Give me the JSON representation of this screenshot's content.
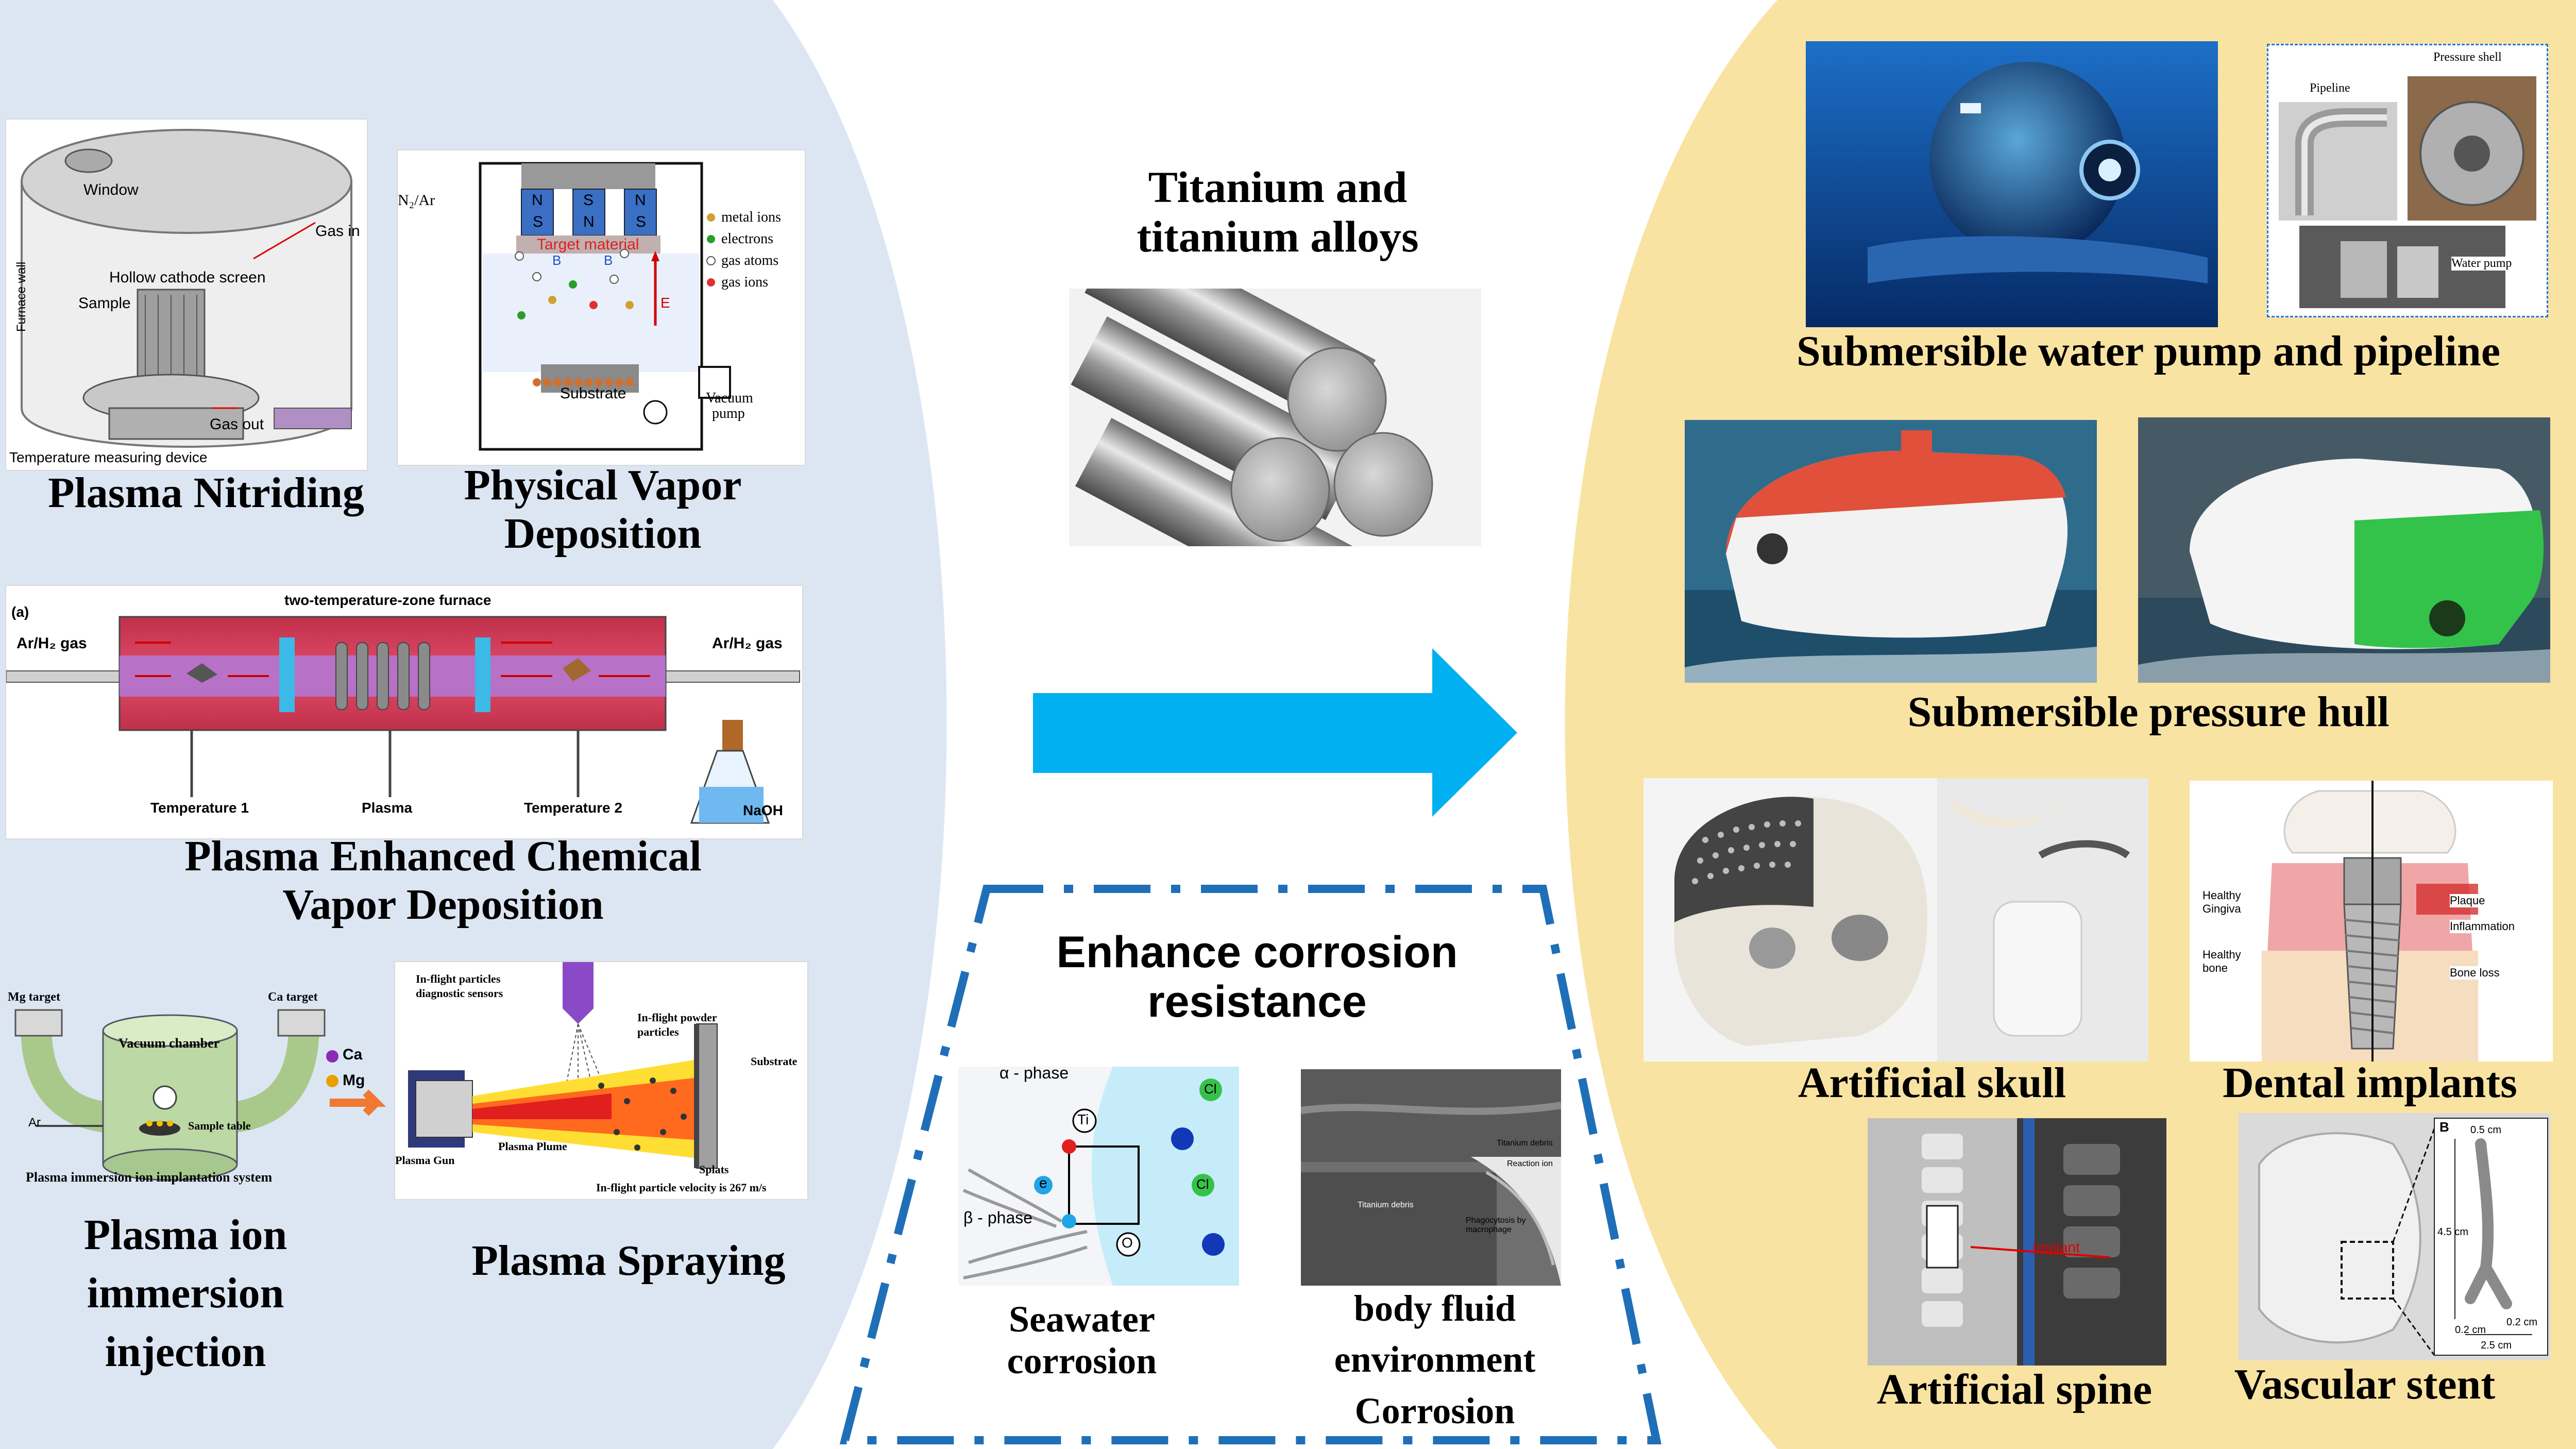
{
  "colors": {
    "left_bg": "#dce6f3",
    "right_bg": "#f9e3a2",
    "arrow": "#00b0f0",
    "dash_box": "#1f6fb8",
    "seawater": "#c6ecfa"
  },
  "center": {
    "title_line1": "Titanium and",
    "title_line2": "titanium alloys",
    "corrosion_title_line1": "Enhance corrosion",
    "corrosion_title_line2": "resistance",
    "seawater_line1": "Seawater",
    "seawater_line2": "corrosion",
    "bodyfluid_line1": "body fluid",
    "bodyfluid_line2": "environment",
    "bodyfluid_line3": "Corrosion",
    "seawater_diagram": {
      "alpha": "α - phase",
      "beta": "β - phase",
      "ti": "Ti",
      "cl": "Cl",
      "e": "e",
      "o": "O"
    },
    "bodyfluid_diagram": {
      "ti_debris_1": "Titanium debris",
      "reaction_ion": "Reaction ion",
      "ti_debris_2": "Titanium debris",
      "phago": "Phagocytosis by macrophage"
    }
  },
  "left": {
    "nitriding": {
      "caption": "Plasma Nitriding",
      "window": "Window",
      "furnace_wall": "Furnace wall",
      "gas_in": "Gas in",
      "hollow": "Hollow cathode screen",
      "sample": "Sample",
      "gas_out": "Gas out",
      "temp": "Temperature measuring device"
    },
    "pvd": {
      "caption_line1": "Physical Vapor",
      "caption_line2": "Deposition",
      "gas": "N₂/Ar",
      "target": "Target material",
      "substrate": "Substrate",
      "vacuum_line1": "Vacuum",
      "vacuum_line2": "pump",
      "legend": [
        "metal ions",
        "electrons",
        "gas atoms",
        "gas ions"
      ],
      "magnets": [
        "N",
        "S",
        "S",
        "N",
        "N",
        "S"
      ],
      "b": "B",
      "e": "E"
    },
    "pecvd": {
      "caption_line1": "Plasma Enhanced Chemical",
      "caption_line2": "Vapor Deposition",
      "panel": "(a)",
      "furnace": "two-temperature-zone furnace",
      "gas_in": "Ar/H₂ gas",
      "gas_out": "Ar/H₂ gas",
      "temp1": "Temperature 1",
      "plasma": "Plasma",
      "temp2": "Temperature 2",
      "naoh": "NaOH"
    },
    "piii": {
      "caption_line1": "Plasma ion",
      "caption_line2": "immersion",
      "caption_line3": "injection",
      "mg_target": "Mg target",
      "ca_target": "Ca target",
      "chamber": "Vacuum chamber",
      "ca": "Ca",
      "mg": "Mg",
      "ar": "Ar",
      "table": "Sample table",
      "system": "Plasma immersion ion implantation system"
    },
    "spray": {
      "caption": "Plasma Spraying",
      "sensors_line1": "In-flight particles",
      "sensors_line2": "diagnostic sensors",
      "powder_line1": "In-flight powder",
      "powder_line2": "particles",
      "substrate": "Substrate",
      "gun": "Plasma Gun",
      "plume": "Plasma Plume",
      "splats": "Splats",
      "velocity": "In-flight particle velocity is 267 m/s"
    }
  },
  "right": {
    "pump_caption": "Submersible water pump and pipeline",
    "pipeline": "Pipeline",
    "pressure_shell": "Pressure shell",
    "water_pump": "Water pump",
    "hull_caption": "Submersible pressure hull",
    "skull_caption": "Artificial skull",
    "dental_caption": "Dental implants",
    "dental": {
      "healthy_gingiva_line1": "Healthy",
      "healthy_gingiva_line2": "Gingiva",
      "healthy_bone_line1": "Healthy",
      "healthy_bone_line2": "bone",
      "plaque": "Plaque",
      "inflammation": "Inflammation",
      "bone_loss": "Bone loss"
    },
    "spine_caption": "Artificial spine",
    "spine_implant": "Implant",
    "stent_caption": "Vascular stent",
    "stent": {
      "panel": "B",
      "dim1": "0.5 cm",
      "dim2": "4.5 cm",
      "dim3": "0.2 cm",
      "dim4": "0.2 cm",
      "dim5": "2.5 cm"
    }
  }
}
